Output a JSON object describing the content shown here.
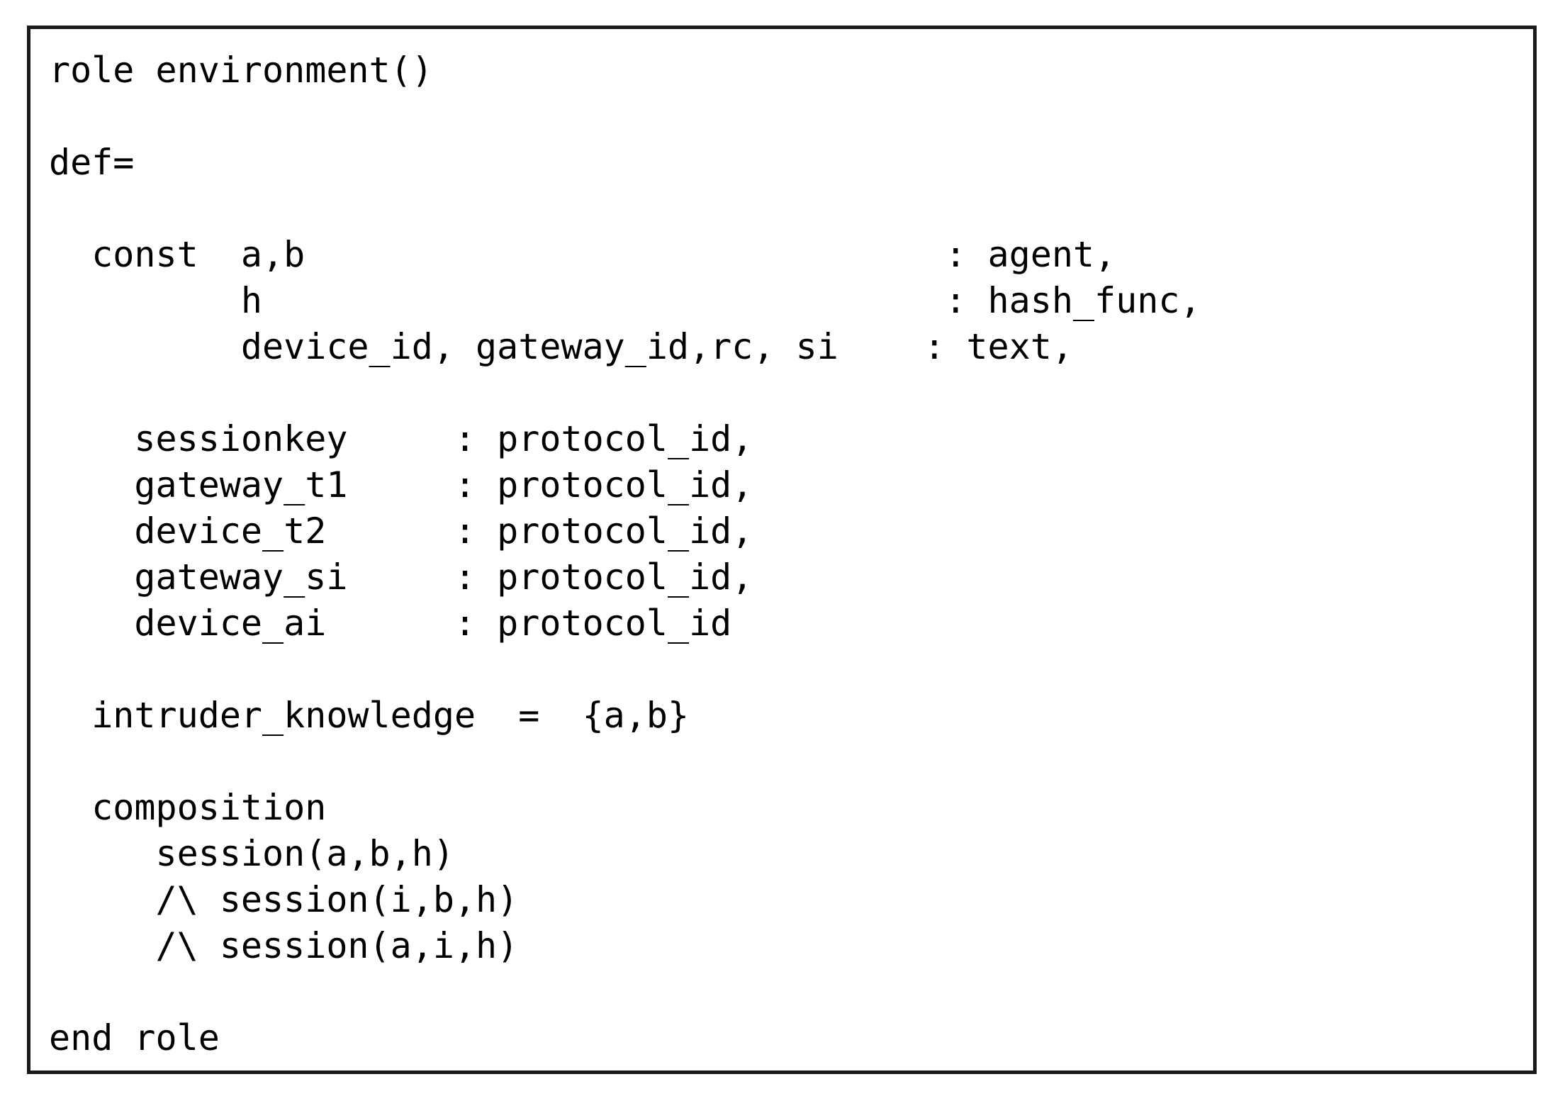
{
  "figure": {
    "background_color": "#ffffff",
    "border_color": "#1a1a1a",
    "text_color": "#000000"
  },
  "code": {
    "lines": [
      "role environment()",
      "",
      "def=",
      "",
      "  const  a,b                              : agent,",
      "         h                                : hash_func,",
      "         device_id, gateway_id,rc, si    : text,",
      "",
      "    sessionkey     : protocol_id,",
      "    gateway_t1     : protocol_id,",
      "    device_t2      : protocol_id,",
      "    gateway_si     : protocol_id,",
      "    device_ai      : protocol_id",
      "",
      "  intruder_knowledge  =  {a,b}",
      "",
      "  composition",
      "     session(a,b,h)",
      "     /\\ session(i,b,h)",
      "     /\\ session(a,i,h)",
      "",
      "end role"
    ]
  }
}
